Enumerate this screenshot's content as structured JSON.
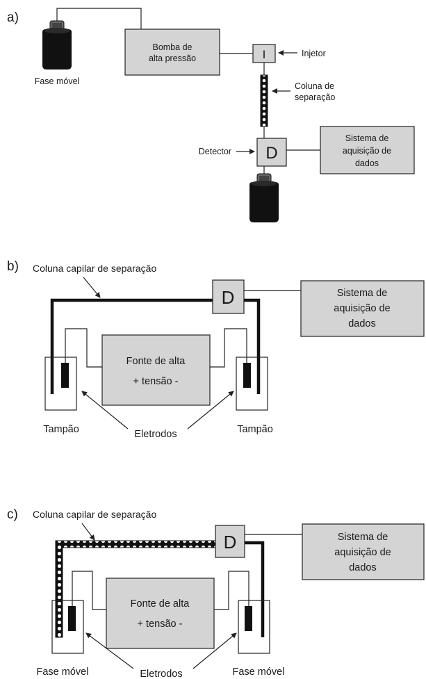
{
  "panel_a": {
    "tag": "a)",
    "pump_line1": "Bomba de",
    "pump_line2": "alta pressão",
    "mobile_phase": "Fase móvel",
    "injector_letter": "I",
    "injector_label": "Injetor",
    "column_line1": "Coluna de",
    "column_line2": "separação",
    "detector_letter": "D",
    "detector_label": "Detector",
    "daq_line1": "Sistema de",
    "daq_line2": "aquisição de",
    "daq_line3": "dados"
  },
  "panel_b": {
    "tag": "b)",
    "capillary_label": "Coluna capilar de separação",
    "detector_letter": "D",
    "daq_line1": "Sistema de",
    "daq_line2": "aquisição de",
    "daq_line3": "dados",
    "source_line1": "Fonte de alta",
    "source_line2": "+  tensão  -",
    "left_vial": "Tampão",
    "right_vial": "Tampão",
    "electrodes": "Eletrodos"
  },
  "panel_c": {
    "tag": "c)",
    "capillary_label": "Coluna capilar de separação",
    "detector_letter": "D",
    "daq_line1": "Sistema de",
    "daq_line2": "aquisição de",
    "daq_line3": "dados",
    "source_line1": "Fonte de alta",
    "source_line2": "+  tensão  -",
    "left_vial": "Fase móvel",
    "right_vial": "Fase móvel",
    "electrodes": "Eletrodos"
  }
}
